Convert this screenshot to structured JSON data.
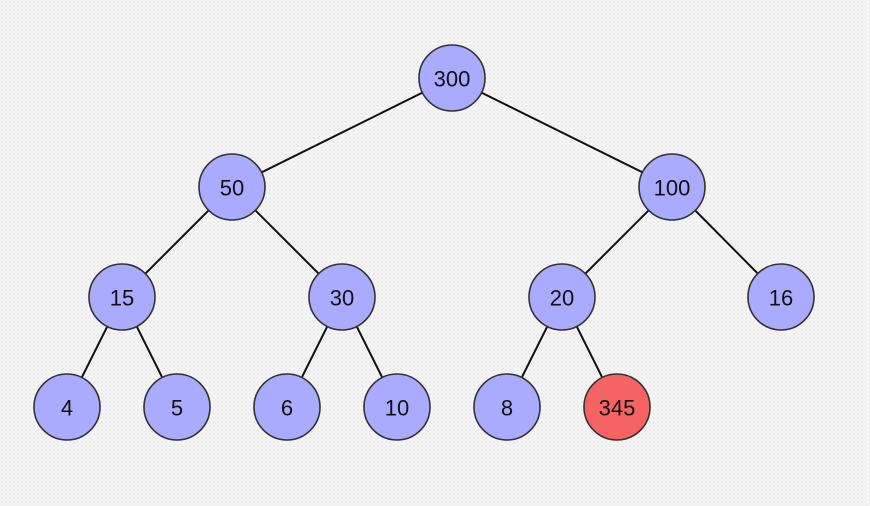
{
  "colors": {
    "node_fill": "#aaaaff",
    "highlight_fill": "#f56363",
    "edge": "#111111",
    "node_stroke": "#333333"
  },
  "tree": {
    "nodes": [
      {
        "id": "n300",
        "label": "300",
        "highlighted": false
      },
      {
        "id": "n50",
        "label": "50",
        "highlighted": false
      },
      {
        "id": "n100",
        "label": "100",
        "highlighted": false
      },
      {
        "id": "n15",
        "label": "15",
        "highlighted": false
      },
      {
        "id": "n30",
        "label": "30",
        "highlighted": false
      },
      {
        "id": "n20",
        "label": "20",
        "highlighted": false
      },
      {
        "id": "n16",
        "label": "16",
        "highlighted": false
      },
      {
        "id": "n4",
        "label": "4",
        "highlighted": false
      },
      {
        "id": "n5",
        "label": "5",
        "highlighted": false
      },
      {
        "id": "n6",
        "label": "6",
        "highlighted": false
      },
      {
        "id": "n10",
        "label": "10",
        "highlighted": false
      },
      {
        "id": "n8",
        "label": "8",
        "highlighted": false
      },
      {
        "id": "n345",
        "label": "345",
        "highlighted": true
      }
    ],
    "edges": [
      {
        "from": "n300",
        "to": "n50"
      },
      {
        "from": "n300",
        "to": "n100"
      },
      {
        "from": "n50",
        "to": "n15"
      },
      {
        "from": "n50",
        "to": "n30"
      },
      {
        "from": "n100",
        "to": "n20"
      },
      {
        "from": "n100",
        "to": "n16"
      },
      {
        "from": "n15",
        "to": "n4"
      },
      {
        "from": "n15",
        "to": "n5"
      },
      {
        "from": "n30",
        "to": "n6"
      },
      {
        "from": "n30",
        "to": "n10"
      },
      {
        "from": "n20",
        "to": "n8"
      },
      {
        "from": "n20",
        "to": "n345"
      }
    ]
  }
}
